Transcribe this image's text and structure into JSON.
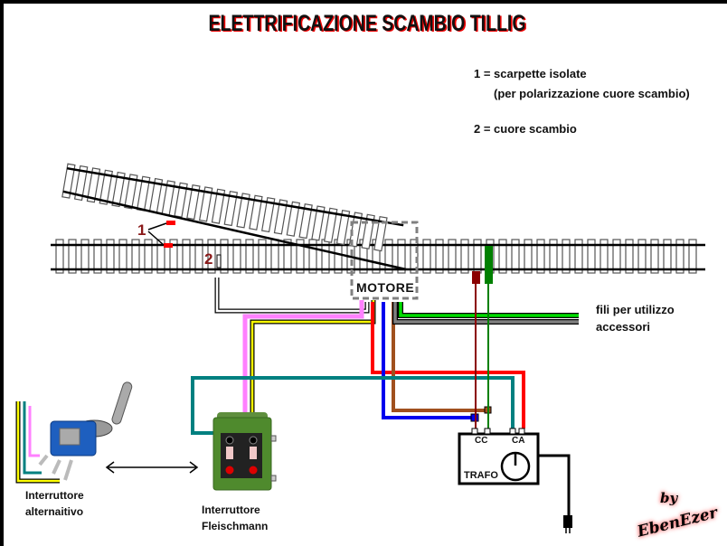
{
  "title": "ELETTRIFICAZIONE SCAMBIO TILLIG",
  "legend": {
    "line1": "1 = scarpette isolate",
    "line1b": "(per polarizzazione cuore scambio)",
    "line2": "2 = cuore scambio"
  },
  "markers": {
    "one": "1",
    "two": "2"
  },
  "motor": {
    "label": "MOTORE"
  },
  "accessories": {
    "line1": "fili per utilizzo",
    "line2": "accessori"
  },
  "trafo": {
    "label": "TRAFO",
    "cc": "CC",
    "ca": "CA"
  },
  "switch_alt": {
    "line1": "Interruttore",
    "line2": "alternaitivo"
  },
  "switch_fleischmann": {
    "line1": "Interruttore",
    "line2": "Fleischmann"
  },
  "signature": {
    "by": "by",
    "name": "EbenEzer"
  },
  "colors": {
    "red": "#ff0000",
    "blue": "#0000ee",
    "brown": "#a0501e",
    "teal": "#008080",
    "pink": "#ff80ff",
    "yellow": "#ffff00",
    "green": "#00dd00",
    "gray": "#808080",
    "darkred": "#8b0000",
    "darkgreen": "#008000",
    "title_shadow": "#e00000"
  }
}
